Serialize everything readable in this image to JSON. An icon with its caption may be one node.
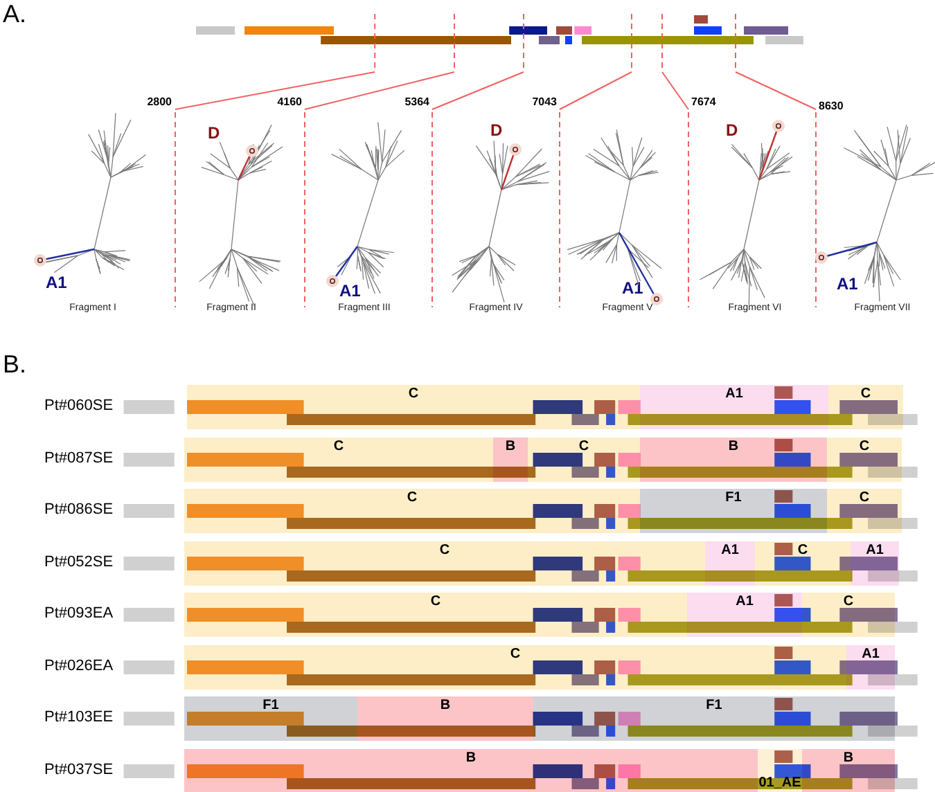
{
  "diagram": {
    "nodes": [
      {
        "text": [
          "C"
        ]
      },
      {
        "text": [
          "A1"
        ]
      },
      {
        "text": [
          "C"
        ]
      },
      {
        "text": [
          "C"
        ]
      },
      {
        "text": [
          "B"
        ]
      },
      {
        "text": [
          "C"
        ]
      },
      {
        "text": [
          "B"
        ]
      },
      {
        "text": [
          "C"
        ]
      },
      {
        "text": [
          "C"
        ]
      },
      {
        "text": [
          "F1"
        ]
      },
      {
        "text": [
          "C"
        ]
      },
      {
        "text": [
          "C"
        ]
      },
      {
        "text": [
          "A1"
        ]
      },
      {
        "text": [
          "C"
        ]
      },
      {
        "text": [
          "A1"
        ]
      },
      {
        "text": [
          "C"
        ]
      },
      {
        "text": [
          "A1"
        ]
      },
      {
        "text": [
          "C"
        ]
      },
      {
        "text": [
          "C"
        ]
      },
      {
        "text": [
          "A1"
        ]
      },
      {
        "text": [
          "F1"
        ]
      },
      {
        "text": [
          "B"
        ]
      },
      {
        "text": [
          "F1"
        ]
      },
      {
        "text": [
          "B"
        ]
      },
      {
        "text": [
          "01_AE"
        ]
      },
      {
        "text": [
          "B"
        ]
      }
    ],
    "labels": [
      "A.",
      "2800",
      "4160",
      "5364",
      "7043",
      "7674",
      "8630",
      "D",
      "D",
      "D",
      "A1",
      "A1",
      "A1",
      "A1",
      "Fragment I",
      "Fragment II",
      "Fragment III",
      "Fragment IV",
      "Fragment V",
      "Fragment VI",
      "Fragment VII",
      "B.",
      "Pt#060SE",
      "Pt#087SE",
      "Pt#086SE",
      "Pt#052SE",
      "Pt#093EA",
      "Pt#026EA",
      "Pt#103EE",
      "Pt#037SE"
    ]
  }
}
